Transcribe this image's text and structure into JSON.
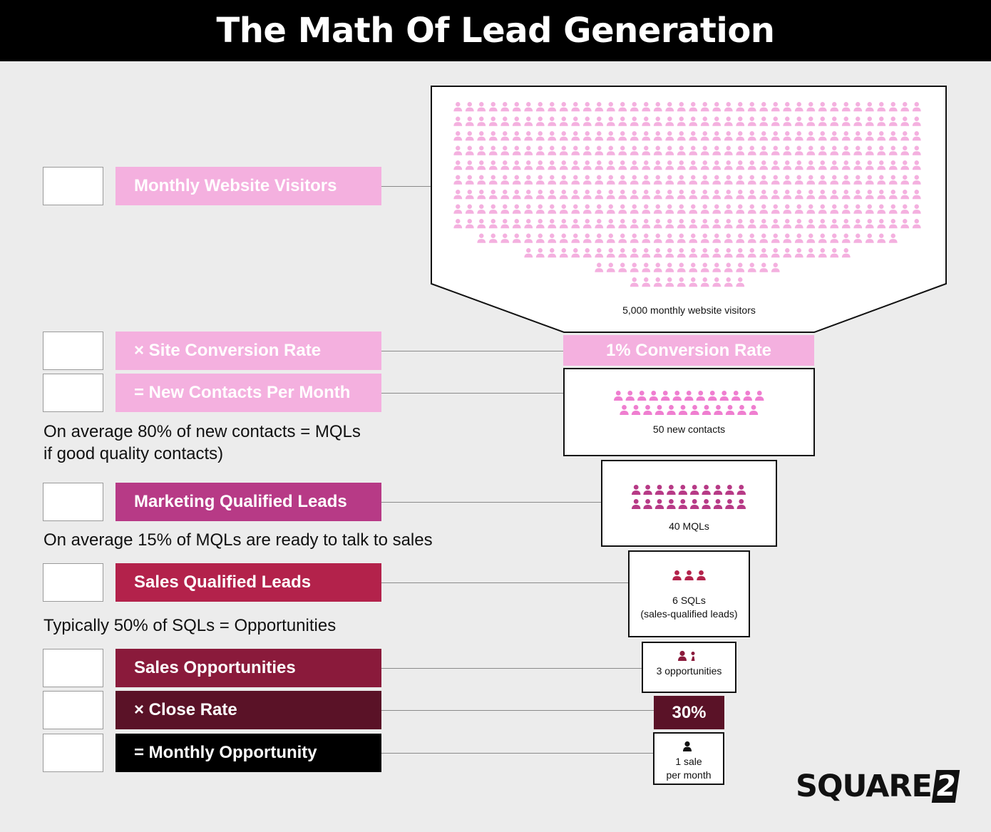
{
  "title": "The Math Of Lead Generation",
  "steps": [
    {
      "label": "Monthly Website Visitors",
      "color": "#f4b0df"
    },
    {
      "label": "× Site Conversion Rate",
      "color": "#f4b0df"
    },
    {
      "label": "= New Contacts Per Month",
      "color": "#f4b0df"
    },
    {
      "label": "Marketing Qualified Leads",
      "color": "#b73a86"
    },
    {
      "label": "Sales Qualified Leads",
      "color": "#b3224b"
    },
    {
      "label": "Sales Opportunities",
      "color": "#8a1a3b"
    },
    {
      "label": "× Close Rate",
      "color": "#5a1227"
    },
    {
      "label": "= Monthly Opportunity",
      "color": "#000000"
    }
  ],
  "notes": {
    "mql": [
      "On average 80% of new contacts = MQLs",
      "if good quality contacts)"
    ],
    "sql": "On average 15% of MQLs are ready to talk to sales",
    "opp": "Typically 50% of SQLs = Opportunities"
  },
  "funnel": {
    "visitors_caption": "5,000 monthly website visitors",
    "conversion_rate": "1% Conversion Rate",
    "contacts_caption": "50 new contacts",
    "mqls_caption": "40 MQLs",
    "sqls_caption_1": "6 SQLs",
    "sqls_caption_2": "(sales-qualified leads)",
    "opportunities_caption": "3 opportunities",
    "close_rate": "30%",
    "sale_caption_1": "1 sale",
    "sale_caption_2": "per month"
  },
  "icon_colors": {
    "visitors": "#f4b0df",
    "contacts": "#ef7ed0",
    "mqls": "#b73a86",
    "sqls": "#b3224b",
    "opportunities": "#8a1a3b",
    "sale": "#111111"
  },
  "logo": {
    "text": "SQUARE",
    "mark": "2"
  }
}
